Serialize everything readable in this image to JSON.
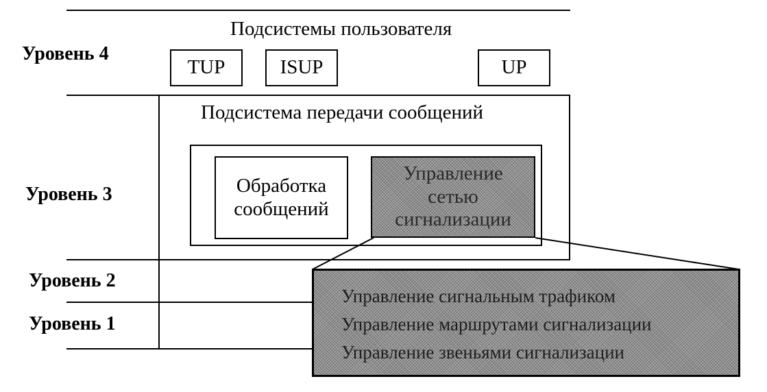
{
  "levels": {
    "l4": "Уровень 4",
    "l3": "Уровень 3",
    "l2": "Уровень 2",
    "l1": "Уровень 1"
  },
  "user_subsystems": {
    "title": "Подсистемы пользователя",
    "tup": "TUP",
    "isup": "ISUP",
    "up": "UP"
  },
  "mtp": {
    "title": "Подсистема передачи сообщений",
    "message_handling": [
      "Обработка",
      "сообщений"
    ],
    "network_management": [
      "Управление",
      "сетью",
      "сигнализации"
    ]
  },
  "network_management_detail": [
    "Управление сигнальным трафиком",
    "Управление маршрутами сигнализации",
    "Управление звеньями сигнализации"
  ]
}
